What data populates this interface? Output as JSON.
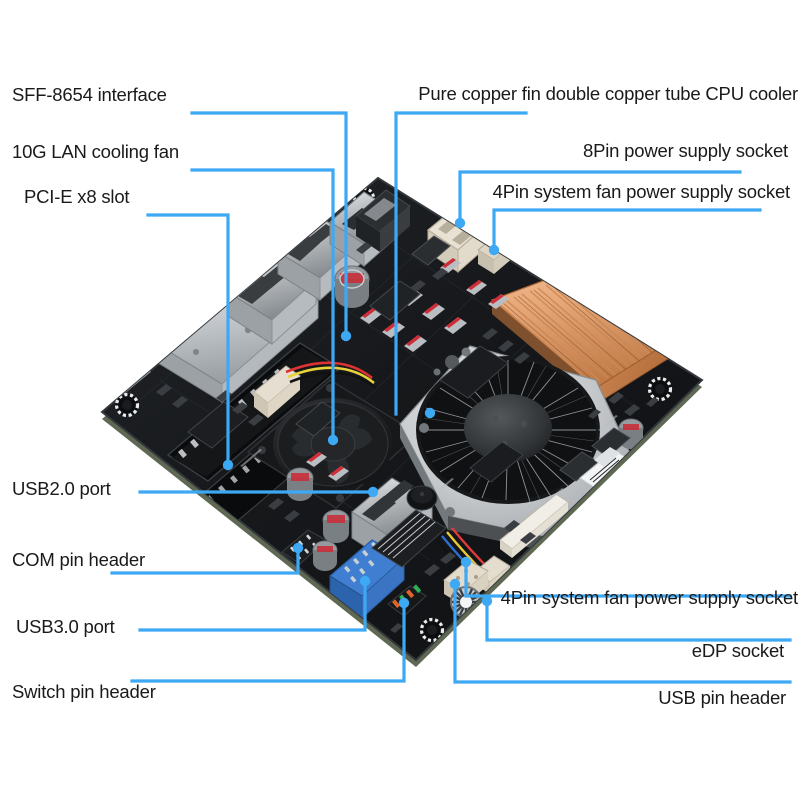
{
  "image": {
    "subject": "Mini-ITX motherboard annotated product diagram",
    "background_color": "#ffffff",
    "leader_color": "#3DA9F5",
    "label_text_color": "#1a1a1a"
  },
  "annotations": {
    "left": [
      {
        "id": "sff8654",
        "label": "SFF-8654 interface"
      },
      {
        "id": "lan_fan",
        "label": "10G LAN cooling fan"
      },
      {
        "id": "pcie_x8",
        "label": "PCI-E x8 slot"
      },
      {
        "id": "usb20",
        "label": "USB2.0 port"
      },
      {
        "id": "com_header",
        "label": "COM pin header"
      },
      {
        "id": "usb30",
        "label": "USB3.0 port"
      },
      {
        "id": "switch_header",
        "label": "Switch pin header"
      }
    ],
    "right": [
      {
        "id": "cpu_cooler",
        "label": "Pure copper fin double copper tube CPU cooler"
      },
      {
        "id": "pwr_8pin",
        "label": "8Pin power supply socket"
      },
      {
        "id": "sysfan_top",
        "label": "4Pin system fan power supply socket"
      },
      {
        "id": "sysfan_bot",
        "label": "4Pin system fan power supply socket"
      },
      {
        "id": "edp",
        "label": "eDP socket"
      },
      {
        "id": "usb_header",
        "label": "USB pin header"
      }
    ]
  },
  "board": {
    "pcb_color": "#15171a",
    "pcb_edge_color": "#2a2d31",
    "heatsink_copper": "#e8a878",
    "heatsink_copper_dark": "#c27a45",
    "blower_fan_color": "#c9ccce",
    "axial_fan_color": "#1b1c1e",
    "sfp_cage_color": "#c3c6c9",
    "usb_port_color": "#9fa3a6",
    "header_blue": "#2f6fc4",
    "connector_beige": "#e3dccd",
    "capacitor_color": "#8d9295"
  }
}
